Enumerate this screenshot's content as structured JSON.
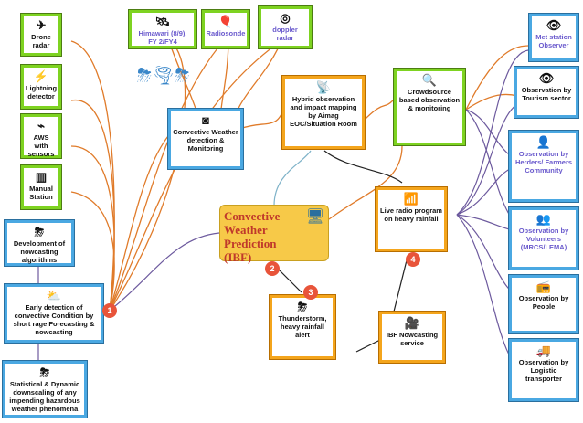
{
  "nodes": {
    "drone_radar": "Drone radar",
    "lightning_detector": "Lightning detector",
    "aws_sensors": "AWS with sensors",
    "manual_station": "Manual Station",
    "himawari": "Himawari (8/9), FY 2/FY4",
    "radiosonde": "Radiosonde",
    "doppler": "doppler radar",
    "convective_detection": "Convective Weather detection & Monitoring",
    "hybrid_observation": "Hybrid observation and impact mapping by Aimag EOC/Situation Room",
    "crowdsource": "Crowdsource based observation & monitoring",
    "ibf_center": "Convective Weather Prediction (IBF)",
    "live_radio": "Live radio program on heavy rainfall",
    "nowcasting_dev": "Development of nowcasting algorithms",
    "early_detection": "Early detection of convective Condition by short rage Forecasting & nowcasting",
    "downscaling": "Statistical & Dynamic downscaling of any impending hazardous weather phenomena",
    "thunderstorm_alert": "Thunderstorm, heavy rainfall alert",
    "nowcasting_service": "IBF Nowcasting service",
    "met_station": "Met station Observer",
    "tourism": "Observation by Tourism sector",
    "herders": "Observation by Herders/ Farmers Community",
    "volunteers": "Observation by Volunteers (MRCS/LEMA)",
    "people": "Observation by People",
    "logistic": "Observation by Logistic transporter"
  },
  "badges": {
    "b1": "1",
    "b2": "2",
    "b3": "3",
    "b4": "4"
  },
  "colors": {
    "green": "#7ed321",
    "blue": "#4aa8e2",
    "orange": "#f4a51c",
    "yellow": "#f7c948",
    "badge": "#e8543a",
    "link_orange": "#e07b2a",
    "link_purple": "#6d5a9e"
  },
  "icons": [
    "drone-icon",
    "lightning-sensor-icon",
    "aws-icon",
    "manual-station-icon",
    "satellite-icon",
    "balloon-icon",
    "radar-icon",
    "weather-icon",
    "antenna-icon",
    "crowd-icon",
    "computer-icon",
    "radio-tower-icon",
    "storm-icon",
    "camera-icon",
    "eye-icon",
    "person-icon",
    "group-icon",
    "radio-icon",
    "truck-icon"
  ]
}
